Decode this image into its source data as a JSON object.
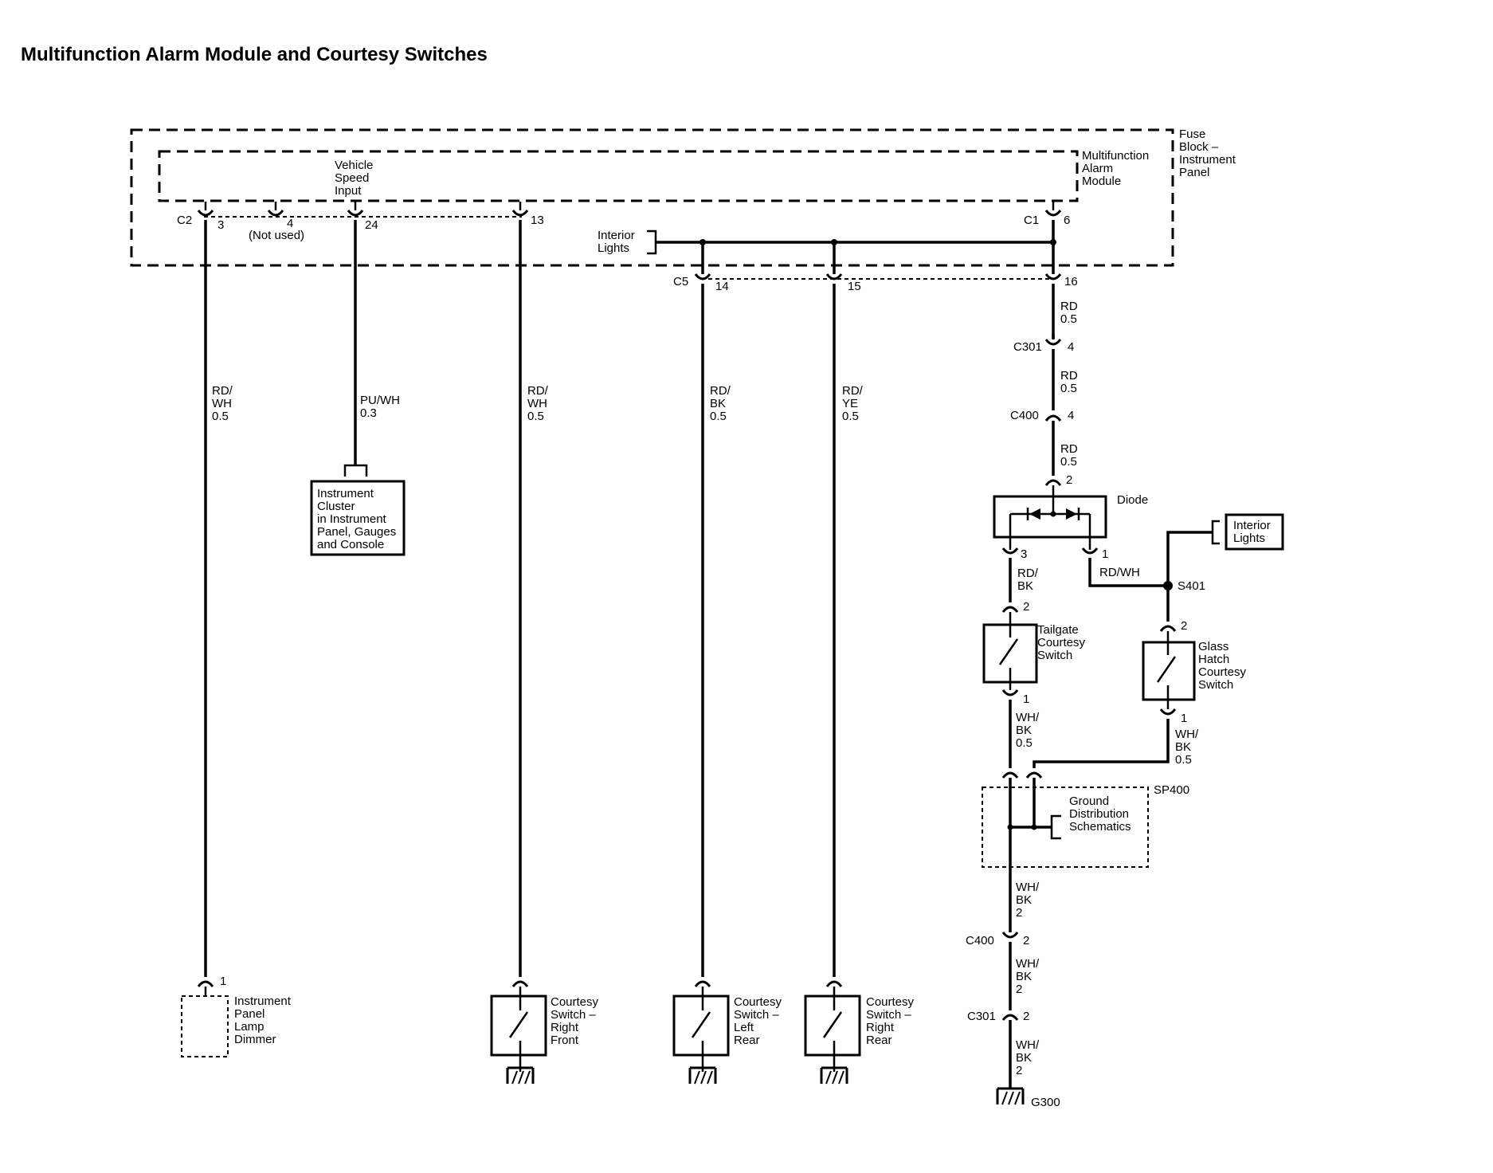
{
  "title": "Multifunction Alarm Module and Courtesy Switches",
  "components": {
    "fuse_block": [
      "Fuse",
      "Block –",
      "Instrument",
      "Panel"
    ],
    "alarm_module": [
      "Multifunction",
      "Alarm",
      "Module"
    ],
    "vehicle_speed_input": [
      "Vehicle",
      "Speed",
      "Input"
    ],
    "interior_lights_internal": [
      "Interior",
      "Lights"
    ],
    "instrument_cluster": [
      "Instrument",
      "Cluster",
      "in Instrument",
      "Panel, Gauges",
      "and Console"
    ],
    "lamp_dimmer": [
      "Instrument",
      "Panel",
      "Lamp",
      "Dimmer"
    ],
    "courtesy_rf": [
      "Courtesy",
      "Switch –",
      "Right",
      "Front"
    ],
    "courtesy_lr": [
      "Courtesy",
      "Switch –",
      "Left",
      "Rear"
    ],
    "courtesy_rr": [
      "Courtesy",
      "Switch –",
      "Right",
      "Rear"
    ],
    "diode": "Diode",
    "interior_lights_ext": [
      "Interior",
      "Lights"
    ],
    "tailgate_switch": [
      "Tailgate",
      "Courtesy",
      "Switch"
    ],
    "glass_hatch_switch": [
      "Glass",
      "Hatch",
      "Courtesy",
      "Switch"
    ],
    "ground_distribution": [
      "Ground",
      "Distribution",
      "Schematics"
    ],
    "splice_sp400": "SP400",
    "splice_s401": "S401",
    "ground_g300": "G300"
  },
  "connectors": {
    "c2": "C2",
    "c1": "C1",
    "c5": "C5",
    "c301": "C301",
    "c400": "C400",
    "c301_b": "C301",
    "c400_b": "C400"
  },
  "pins": {
    "c2_3": "3",
    "p4": "4",
    "not_used": "(Not used)",
    "p24": "24",
    "p13": "13",
    "c1_6": "6",
    "c5_14": "14",
    "c5_15": "15",
    "c5_16": "16",
    "c301_4": "4",
    "c400_4": "4",
    "diode_2": "2",
    "diode_3": "3",
    "diode_1": "1",
    "tail_2": "2",
    "tail_1": "1",
    "glass_2": "2",
    "glass_1": "1",
    "c400_2": "2",
    "c301_2": "2",
    "dimmer_1": "1"
  },
  "wires": {
    "w_dimmer": [
      "RD/",
      "WH",
      "0.5"
    ],
    "w_cluster": [
      "PU/WH",
      "0.3"
    ],
    "w_rf": [
      "RD/",
      "WH",
      "0.5"
    ],
    "w_lr": [
      "RD/",
      "BK",
      "0.5"
    ],
    "w_rr": [
      "RD/",
      "YE",
      "0.5"
    ],
    "w_rd1": [
      "RD",
      "0.5"
    ],
    "w_rd2": [
      "RD",
      "0.5"
    ],
    "w_rd3": [
      "RD",
      "0.5"
    ],
    "w_rdbk": [
      "RD/",
      "BK"
    ],
    "w_rdwh": "RD/WH",
    "w_whbk_tail": [
      "WH/",
      "BK",
      "0.5"
    ],
    "w_whbk_glass": [
      "WH/",
      "BK",
      "0.5"
    ],
    "w_whbk_2a": [
      "WH/",
      "BK",
      "2"
    ],
    "w_whbk_2b": [
      "WH/",
      "BK",
      "2"
    ],
    "w_whbk_2c": [
      "WH/",
      "BK",
      "2"
    ]
  }
}
